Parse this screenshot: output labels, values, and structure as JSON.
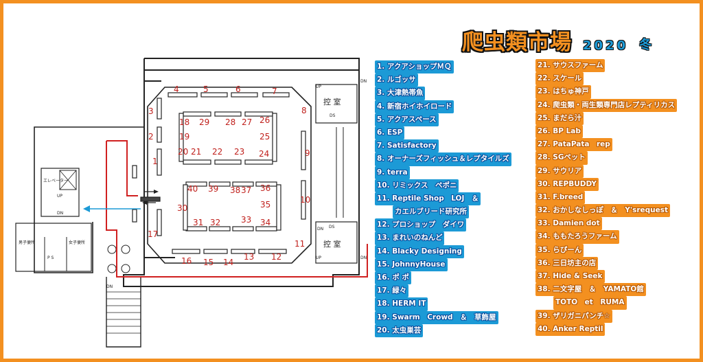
{
  "title": {
    "main": "爬虫類市場",
    "year": "2020",
    "season": "冬"
  },
  "colors": {
    "frame": "#f39020",
    "aisle_path": "#d02020",
    "exit_arrow": "#1c9ad6",
    "booth_number": "#c0201c",
    "list_left_bg": "#1c9ad6",
    "list_right_bg": "#f39020"
  },
  "floor_labels": {
    "hikae_top": "控 室",
    "hikae_bottom": "控 室",
    "up": "UP",
    "dn": "DN",
    "ds": "DS",
    "mens_restroom": "男子便所",
    "womens_restroom": "女子便所",
    "ps": "P S",
    "elevator": "エレベーター"
  },
  "booths": [
    "1",
    "2",
    "3",
    "4",
    "5",
    "6",
    "7",
    "8",
    "9",
    "10",
    "11",
    "12",
    "13",
    "14",
    "15",
    "16",
    "17",
    "18",
    "19",
    "20",
    "21",
    "22",
    "23",
    "24",
    "25",
    "26",
    "27",
    "28",
    "29",
    "30",
    "31",
    "32",
    "33",
    "34",
    "35",
    "36",
    "37",
    "38",
    "39",
    "40"
  ],
  "exhibitors_left": [
    "1. アクアショップＭＱ",
    "2. ルゴッサ",
    "3. 大津熱帯魚",
    "4. 新宿ホイホイロード",
    "5. アクアスペース",
    "6. ESP",
    "7. Satisfactory",
    "8. オーナーズフィッシュ＆レプタイルズ",
    "9. terra",
    "10. リミックス　ペポニ",
    "11. Reptile Shop　LOJ　＆",
    "カエルブリード研究所",
    "12. プロショップ　ダイワ",
    "13. まれいのねんど",
    "14. Blacky Designing",
    "15. JohnnyHouse",
    "16. ポ ポ",
    "17. 緑々",
    "18. HERM IT",
    "19. Swarm　Crowd　＆　草飾屋",
    "20. 太虫巣芸"
  ],
  "exhibitors_right": [
    "21. サウスファーム",
    "22. スケール",
    "23. はちゅ神戸",
    "24. 爬虫類・両生類専門店レプティリカス",
    "25. まだら汁",
    "26. BP Lab",
    "27. PataPata　rep",
    "28. SGペット",
    "29. サウリア",
    "30. REPBUDDY",
    "31. F.breed",
    "32. おかしなしっぽ　＆　Y'srequest",
    "33. Damien dot",
    "34. ももたろうファーム",
    "35. らぴーん",
    "36. 三日坊主の店",
    "37. Hide & Seek",
    "38. 二文字屋　＆　YAMATO館",
    "TOTO　et　RUMA",
    "39. ザリガニパンチ☆",
    "40. Anker Reptil"
  ]
}
